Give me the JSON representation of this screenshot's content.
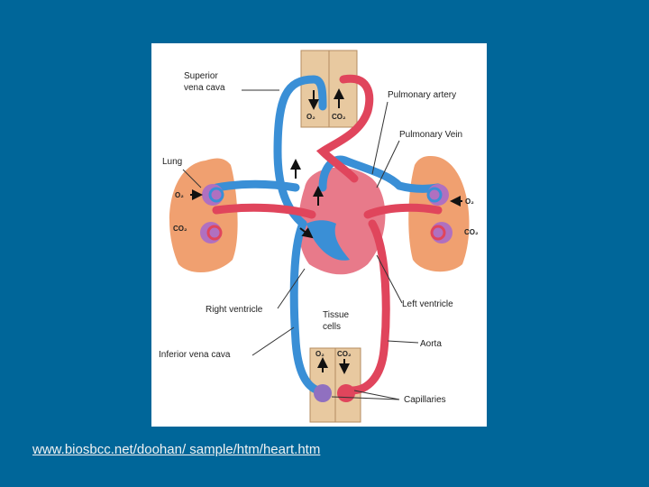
{
  "diagram": {
    "labels": {
      "superior_vena_cava": [
        "Superior",
        "vena cava"
      ],
      "pulmonary_artery": "Pulmonary artery",
      "pulmonary_vein": "Pulmonary Vein",
      "lung": "Lung",
      "right_ventricle": "Right ventricle",
      "tissue_cells": [
        "Tissue",
        "cells"
      ],
      "left_ventricle": "Left ventricle",
      "aorta": "Aorta",
      "inferior_vena_cava": "Inferior vena cava",
      "capillaries": "Capillaries"
    },
    "gas_labels": {
      "o2": "O₂",
      "co2": "CO₂"
    },
    "colors": {
      "background": "#006699",
      "deoxygenated": "#3a8fd6",
      "oxygenated": "#e0455c",
      "tissue": "#e8c9a0",
      "lung": "#f0a070",
      "heart": "#e87a8a"
    }
  },
  "footer": {
    "source_link": "www.biosbcc.net/doohan/ sample/htm/heart.htm"
  }
}
